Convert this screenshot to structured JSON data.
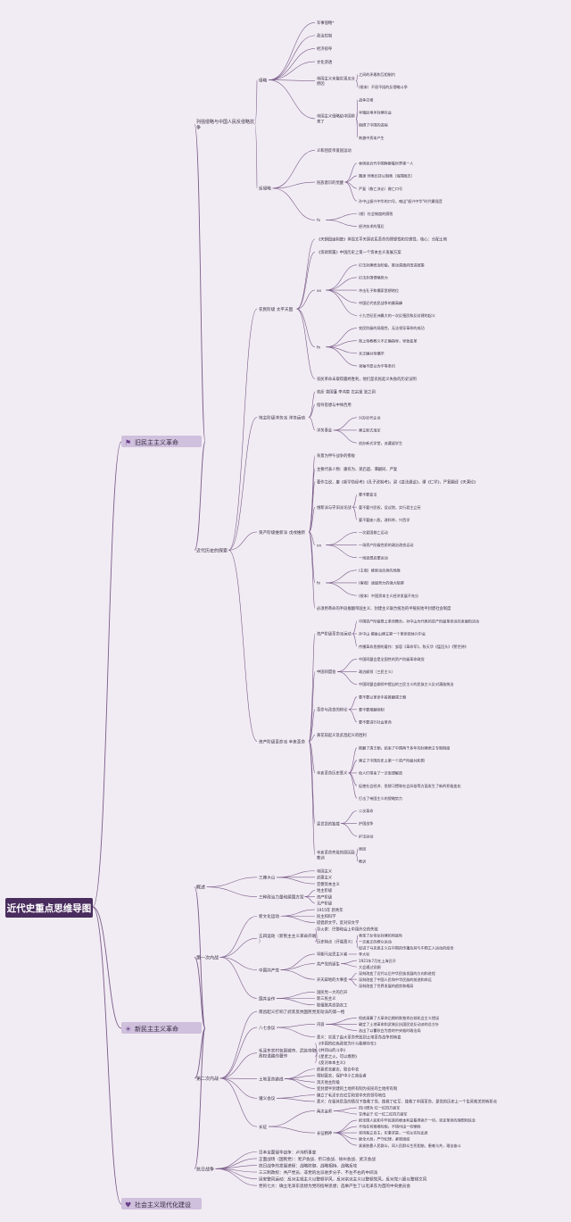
{
  "title": "近代史重点思维导图",
  "colors": {
    "line": "#7a5c8a",
    "root_bg": "#4a2d5e",
    "root_text": "#ffffff",
    "chip_bg": "#cfc0dd",
    "text": "#3a2c44"
  },
  "tree": {
    "t": "近代史重点思维导图",
    "c": [
      {
        "t": "旧民主主义革命",
        "icon": "flag-icon",
        "c": [
          {
            "t": "列强侵略与中国人民反侵略抗争",
            "c": [
              {
                "t": "侵略",
                "c": [
                  {
                    "t": "军事侵略*"
                  },
                  {
                    "t": "政治控制"
                  },
                  {
                    "t": "经济掠夺"
                  },
                  {
                    "t": "文化渗透"
                  },
                  {
                    "t": "帝国主义未能实现瓜分原因",
                    "c": [
                      {
                        "t": "之间的矛盾和互相制约"
                      },
                      {
                        "t": "(根本）不屈不挠的反侵略斗争"
                      }
                    ]
                  },
                  {
                    "t": "帝国主义侵略给中国带来了",
                    "c": [
                      {
                        "t": "战争灾难"
                      },
                      {
                        "t": "半殖民地半封建社会"
                      },
                      {
                        "t": "阻碍了中国的进程"
                      },
                      {
                        "t": "刺激中资本产生"
                      }
                    ]
                  }
                ]
              },
              {
                "t": "反侵略",
                "c": [
                  {
                    "t": "义和团反帝爱国运动"
                  },
                  {
                    "t": "民族意识的觉醒",
                    "c": [
                      {
                        "t": "林则徐近代中国睁眼看世界第一人"
                      },
                      {
                        "t": "魏源 师夷长技以制夷（海国图志）"
                      },
                      {
                        "t": "严复（救亡决论）救亡口号"
                      },
                      {
                        "t": "孙中山振兴中华的口号，喊出\"振兴中华\"时代最强音"
                      }
                    ]
                  },
                  {
                    "t": "fx",
                    "c": [
                      {
                        "t": "(根）社会制度的腐败"
                      },
                      {
                        "t": "经济技术的落后"
                      }
                    ]
                  }
                ]
              }
            ]
          },
          {
            "t": "近代历史的探索",
            "c": [
              {
                "t": "农民阶级 太平天国",
                "c": [
                  {
                    "t": "《天朝田亩制度》体现太平天国农民革命的理想性和空想性，核心：分配土地"
                  },
                  {
                    "t": "《资政新篇》中国历史上第一个资本主义发展方案"
                  },
                  {
                    "t": "xx",
                    "c": [
                      {
                        "t": "打击封建统治阶级，推动清政府改进政策"
                      },
                      {
                        "t": "打击外国侵略势力"
                      },
                      {
                        "t": "冲击孔子和儒家思想地位"
                      },
                      {
                        "t": "中国近代农民战争的最高峰"
                      },
                      {
                        "t": "十九世纪亚洲最大的一次反殖民和反封建的起义"
                      }
                    ]
                  },
                  {
                    "t": "fx",
                    "c": [
                      {
                        "t": "农民阶级的局限性，无法领导革命的成功"
                      },
                      {
                        "t": "拜上帝教教义不正确指导，导致变革"
                      },
                      {
                        "t": "未正确对待儒学"
                      },
                      {
                        "t": "领袖不愿以为平等条约"
                      }
                    ]
                  },
                  {
                    "t": "农民革命未取得最终胜利，他们是农民起义失败的历史证明"
                  }
                ]
              },
              {
                "t": "地主阶级洋务派 洋务运动",
                "c": [
                  {
                    "t": "奕訢 曾国藩 李鸿章 左宗棠 张之洞"
                  },
                  {
                    "t": "指导思想与中体西用"
                  },
                  {
                    "t": "洋务事业",
                    "c": [
                      {
                        "t": "兴办近代企业"
                      },
                      {
                        "t": "建立新式海军"
                      },
                      {
                        "t": "创办新式学堂，派遣留学生"
                      }
                    ]
                  }
                ]
              },
              {
                "t": "资产阶级维新派 戊戌维新",
                "c": [
                  {
                    "t": "背景为甲午战争的惨败"
                  },
                  {
                    "t": "主要代表人物：康有为、梁启超、谭嗣同、严复"
                  },
                  {
                    "t": "著作立说，康《新学伪经考》《孔子改制考》，梁《变法通议》，谭《仁学》，严复翻译《天演论》"
                  },
                  {
                    "t": "维新派与守旧派论战",
                    "c": [
                      {
                        "t": "要不要变法"
                      },
                      {
                        "t": "要不要兴民权，设议院，实行君主立宪"
                      },
                      {
                        "t": "要不要废八股，改科举，兴西学"
                      }
                    ]
                  },
                  {
                    "t": "xx",
                    "c": [
                      {
                        "t": "一次爱国救亡运动"
                      },
                      {
                        "t": "一场资产阶级性质的政治改良运动"
                      },
                      {
                        "t": "一场思想启蒙运动"
                      }
                    ]
                  },
                  {
                    "t": "fx",
                    "c": [
                      {
                        "t": "(主观）维新派自身的局限"
                      },
                      {
                        "t": "(客观）顽固势力的强大阻碍"
                      },
                      {
                        "t": "(根本）中国资本主义经济发展不充分"
                      }
                    ]
                  },
                  {
                    "t": "必须用革命的手段推翻帝国主义、封建主义联合统治的半殖民地半封建社会制度"
                  }
                ]
              },
              {
                "t": "资产阶级革命派 辛亥革命",
                "c": [
                  {
                    "t": "资产阶级革命派运动",
                    "c": [
                      {
                        "t": "中国资产阶级登上革命舞台，孙中山为代表的资产阶级革命派的发展和活动"
                      },
                      {
                        "t": "孙中山 檀香山建立第一个革命团体兴中会"
                      },
                      {
                        "t": "传播革命思想的著作：邹容《革命军》，陈天华《猛回头》《警世钟》"
                      }
                    ]
                  },
                  {
                    "t": "中国同盟会",
                    "c": [
                      {
                        "t": "中国同盟会是全国性的资产阶级革命政党"
                      },
                      {
                        "t": "政治纲领（三民主义）"
                      },
                      {
                        "t": "中国同盟会纲领中提出的三民主义的民族主义反对满族统治"
                      }
                    ]
                  },
                  {
                    "t": "革命与改良的辩论",
                    "c": [
                      {
                        "t": "要不要以革命手段推翻清王朝"
                      },
                      {
                        "t": "要不要推翻帝制"
                      },
                      {
                        "t": "要不要进行社会革命"
                      }
                    ]
                  },
                  {
                    "t": "黄花岗起义及武昌起义的胜利"
                  },
                  {
                    "t": "辛亥革命历史意义",
                    "c": [
                      {
                        "t": "推翻了清王朝，结束了中国两千多年的封建君主专制制度"
                      },
                      {
                        "t": "建立了中国历史上第一个资产阶级共和国"
                      },
                      {
                        "t": "给人们带来了一次思想解放"
                      },
                      {
                        "t": "促使社会经济、思想习惯和社会风俗等方面发生了新的积极变化"
                      },
                      {
                        "t": "打击了帝国主义的侵略势力"
                      }
                    ]
                  },
                  {
                    "t": "袁世凯的独裁",
                    "c": [
                      {
                        "t": "二次革命"
                      },
                      {
                        "t": "护国战争"
                      },
                      {
                        "t": "护法运动"
                      }
                    ]
                  },
                  {
                    "t": "辛亥革命失败的原因及教训",
                    "c": [
                      {
                        "t": "原因"
                      },
                      {
                        "t": "教训"
                      }
                    ]
                  }
                ]
              }
            ]
          }
        ]
      },
      {
        "t": "新民主主义革命",
        "icon": "sun-icon",
        "c": [
          {
            "t": "概述",
            "c": [
              {
                "t": "三座大山",
                "c": [
                  {
                    "t": "帝国主义"
                  },
                  {
                    "t": "封建主义"
                  },
                  {
                    "t": "官僚资本主义"
                  }
                ]
              },
              {
                "t": "三种政治力量和建国方案",
                "c": [
                  {
                    "t": "地主阶级"
                  },
                  {
                    "t": "资产阶级"
                  },
                  {
                    "t": "无产阶级"
                  }
                ]
              }
            ]
          },
          {
            "t": "第一次内战",
            "c": [
              {
                "t": "新文化运动",
                "c": [
                  {
                    "t": "1915年 新青年"
                  },
                  {
                    "t": "民主和科学"
                  },
                  {
                    "t": "提倡新文学，反对旧文学"
                  }
                ]
              },
              {
                "t": "五四运动（新民主主义革命开端）",
                "c": [
                  {
                    "t": "导火索：巴黎和会上中国外交的失败"
                  },
                  {
                    "t": "历史特点（开端意义）",
                    "c": [
                      {
                        "t": "表现了反帝反封建的彻底性"
                      },
                      {
                        "t": "一次真正的群众运动"
                      },
                      {
                        "t": "促进了马克思主义在中国的传播及其与中国工人运动的结合"
                      }
                    ]
                  }
                ]
              },
              {
                "t": "中国共产党",
                "c": [
                  {
                    "t": "早期马克思主义者",
                    "c": [
                      {
                        "t": "李大钊"
                      }
                    ]
                  },
                  {
                    "t": "共产党的诞生",
                    "c": [
                      {
                        "t": "1921年7月在上海召开"
                      },
                      {
                        "t": "大会通过党纲"
                      }
                    ]
                  },
                  {
                    "t": "开天辟地的大事变",
                    "c": [
                      {
                        "t": "深刻改变了近代以后中华民族发展的方向和进程"
                      },
                      {
                        "t": "深刻改变了中国人民和中华民族的前途和命运"
                      },
                      {
                        "t": "深刻改变了世界发展的趋势和格局"
                      }
                    ]
                  }
                ]
              },
              {
                "t": "国共合作",
                "c": [
                  {
                    "t": "国民党一大的召开"
                  },
                  {
                    "t": "新三民主义"
                  },
                  {
                    "t": "联俄联共扶助农工"
                  }
                ]
              }
            ]
          },
          {
            "t": "第二次内战",
            "c": [
              {
                "t": "南昌起义打响了武装反抗国民党反动派的第一枪"
              },
              {
                "t": "八七会议",
                "c": [
                  {
                    "t": "内容",
                    "c": [
                      {
                        "t": "彻底清算了大革命后期的陈独秀右倾机会主义错误"
                      },
                      {
                        "t": "确定了土地革命和武装反抗国民党反动派的总方针"
                      },
                      {
                        "t": "选出了以瞿秋白为首的中央临时政治局"
                      }
                    ]
                  },
                  {
                    "t": "意义：实现了由大革命失败到土地革命战争的转变"
                  }
                ]
              },
              {
                "t": "毛泽东农村包围城市、武装夺取政权道路的著作",
                "c": [
                  {
                    "t": "《中国的红色政权为什么能够存在》"
                  },
                  {
                    "t": "《井冈山的斗争》"
                  },
                  {
                    "t": "《星星之火，可以燎原》"
                  },
                  {
                    "t": "《反对本本主义》"
                  }
                ]
              },
              {
                "t": "土地革命路线",
                "c": [
                  {
                    "t": "依靠贫农雇农，联合中农"
                  },
                  {
                    "t": "限制富农，保护中小工商业者"
                  },
                  {
                    "t": "消灭地主阶级"
                  },
                  {
                    "t": "变封建半封建的土地所有制为农民的土地所有制"
                  }
                ]
              },
              {
                "t": "遵义会议",
                "c": [
                  {
                    "t": "确立了毛泽东在红军和党中央的领导地位"
                  },
                  {
                    "t": "意义：在极其危急的情况下挽救了党、挽救了红军、挽救了中国革命，是党的历史上一个生死攸关的转折点"
                  }
                ]
              },
              {
                "t": "长征",
                "c": [
                  {
                    "t": "两次会师",
                    "c": [
                      {
                        "t": "四川懋功 红一红四方面军"
                      },
                      {
                        "t": "甘肃会宁 红一红二红四方面军"
                      }
                    ]
                  },
                  {
                    "t": "长征精神",
                    "c": [
                      {
                        "t": "把全国人民和中华民族的根本利益看得高于一切，坚定革命的理想和信念"
                      },
                      {
                        "t": "不怕任何艰难险阻，不惜付出一切牺牲"
                      },
                      {
                        "t": "坚持独立自主，实事求是，一切从实际出发"
                      },
                      {
                        "t": "顾全大局，严守纪律，紧密团结"
                      },
                      {
                        "t": "紧紧依靠人民群众，同人民群众生死相依，患难与共，艰苦奋斗"
                      }
                    ]
                  }
                ]
              }
            ]
          },
          {
            "t": "抗日战争",
            "c": [
              {
                "t": "日本全面侵华战争：卢沟桥事变"
              },
              {
                "t": "正面战场（国民党）：淞沪会战、忻口会战、徐州会战、武汉会战"
              },
              {
                "t": "抗日战争的发展进程：战略防御、战略相持、战略反攻"
              },
              {
                "t": "三三制政权：共产党员、非党的左派进步分子、不左不右的中间派"
              },
              {
                "t": "延安整风运动：反对主观主义以整顿学风，反对宗派主义以整顿党风，反对党八股以整顿文风"
              },
              {
                "t": "党的七大：确立毛泽东思想为党的指导思想；选举产生了以毛泽东为首的中央委员会"
              }
            ]
          }
        ]
      },
      {
        "t": "社会主义现代化建设",
        "icon": "heart-icon"
      }
    ]
  }
}
